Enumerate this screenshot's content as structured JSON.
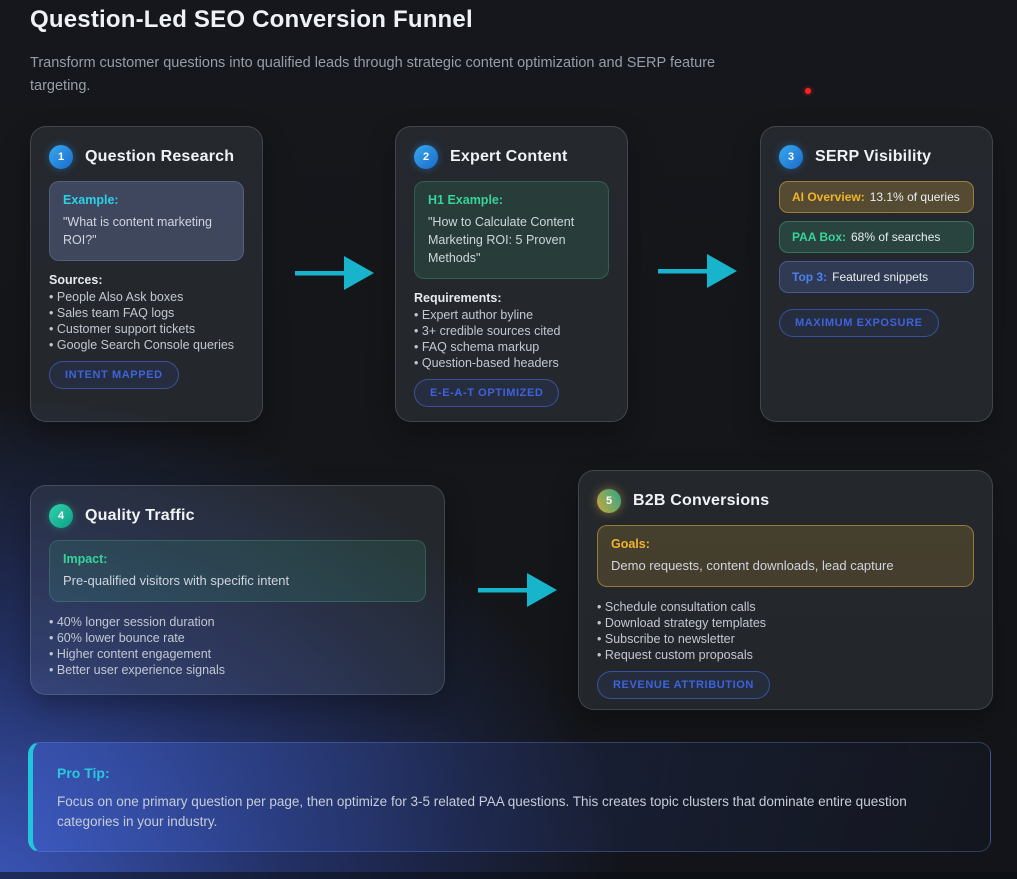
{
  "header": {
    "title": "Question-Led SEO Conversion Funnel",
    "subtitle": "Transform customer questions into qualified leads through strategic content optimization and SERP feature targeting."
  },
  "colors": {
    "accent_cyan": "#2bd1e6",
    "accent_green": "#37d39b",
    "accent_amber": "#f0b42c",
    "accent_blue": "#4b82f0",
    "pill_blue": "#3d63dd",
    "arrow_cyan": "#17b4cc",
    "red_dot": "#ff1f1f"
  },
  "cards": [
    {
      "number": "1",
      "title": "Question Research",
      "highlight_label": "Example:",
      "highlight_text": "\"What is content marketing ROI?\"",
      "list_label": "Sources:",
      "bullets": [
        "People Also Ask boxes",
        "Sales team FAQ logs",
        "Customer support tickets",
        "Google Search Console queries"
      ],
      "badge": "INTENT MAPPED"
    },
    {
      "number": "2",
      "title": "Expert Content",
      "highlight_label": "H1 Example:",
      "highlight_text": "\"How to Calculate Content Marketing ROI: 5 Proven Methods\"",
      "list_label": "Requirements:",
      "bullets": [
        "Expert author byline",
        "3+ credible sources cited",
        "FAQ schema markup",
        "Question-based headers"
      ],
      "badge": "E-E-A-T OPTIMIZED"
    },
    {
      "number": "3",
      "title": "SERP Visibility",
      "stats": [
        {
          "label": "AI Overview:",
          "value": "13.1% of queries",
          "tone": "amber"
        },
        {
          "label": "PAA Box:",
          "value": "68% of searches",
          "tone": "green"
        },
        {
          "label": "Top 3:",
          "value": "Featured snippets",
          "tone": "blue"
        }
      ],
      "badge": "MAXIMUM EXPOSURE"
    },
    {
      "number": "4",
      "title": "Quality Traffic",
      "highlight_label": "Impact:",
      "highlight_text": "Pre-qualified visitors with specific intent",
      "bullets": [
        "40% longer session duration",
        "60% lower bounce rate",
        "Higher content engagement",
        "Better user experience signals"
      ]
    },
    {
      "number": "5",
      "title": "B2B Conversions",
      "highlight_label": "Goals:",
      "highlight_text": "Demo requests, content downloads, lead capture",
      "bullets": [
        "Schedule consultation calls",
        "Download strategy templates",
        "Subscribe to newsletter",
        "Request custom proposals"
      ],
      "badge": "REVENUE ATTRIBUTION"
    }
  ],
  "pro_tip": {
    "label": "Pro Tip:",
    "text": "Focus on one primary question per page, then optimize for 3-5 related PAA questions. This creates topic clusters that dominate entire question categories in your industry."
  }
}
